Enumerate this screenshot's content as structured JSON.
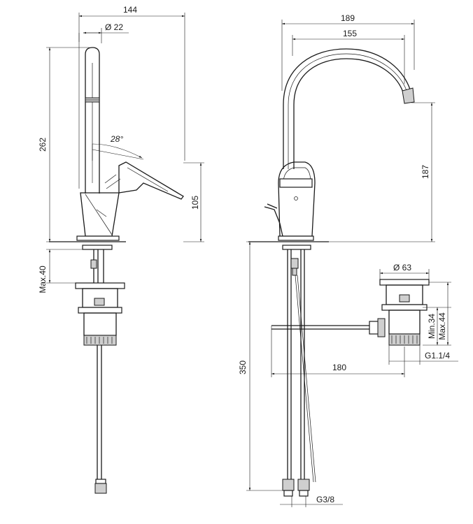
{
  "labels": {
    "w144": "144",
    "d22": "Ø 22",
    "a28": "28°",
    "h262": "262",
    "h105": "105",
    "max40": "Max.40",
    "w189": "189",
    "w155": "155",
    "h187": "187",
    "d63": "Ø 63",
    "min34": "Min.34",
    "max44": "Max.44",
    "h350": "350",
    "w180": "180",
    "g114": "G1.1/4",
    "g38": "G3/8"
  }
}
